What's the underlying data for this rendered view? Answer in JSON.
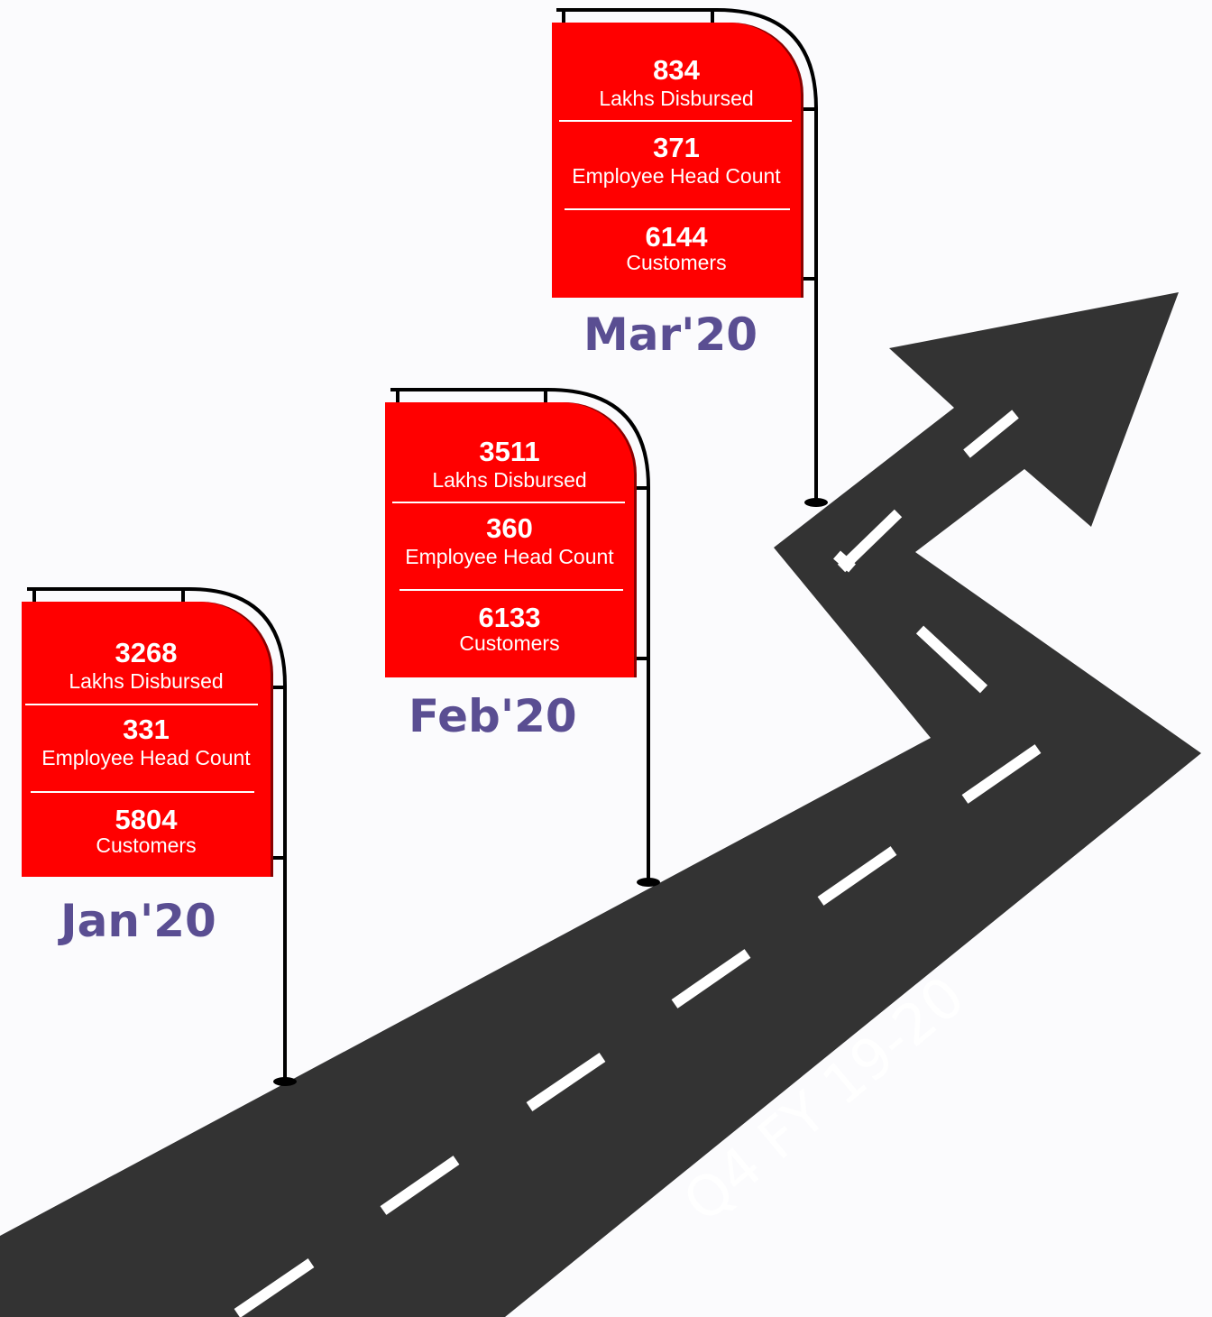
{
  "colors": {
    "board": "#ff0000",
    "road": "#333333",
    "lane_marks": "#ffffff",
    "month_text": "#5a4e92"
  },
  "road_label": "Q4 FY 19-20",
  "milestones": [
    {
      "month": "Jan'20",
      "disbursed_value": "3268",
      "disbursed_label": "Lakhs Disbursed",
      "headcount_value": "331",
      "headcount_label": "Employee Head Count",
      "customers_value": "5804",
      "customers_label": "Customers"
    },
    {
      "month": "Feb'20",
      "disbursed_value": "3511",
      "disbursed_label": "Lakhs Disbursed",
      "headcount_value": "360",
      "headcount_label": "Employee Head Count",
      "customers_value": "6133",
      "customers_label": "Customers"
    },
    {
      "month": "Mar'20",
      "disbursed_value": "834",
      "disbursed_label": "Lakhs Disbursed",
      "headcount_value": "371",
      "headcount_label": "Employee Head Count",
      "customers_value": "6144",
      "customers_label": "Customers"
    }
  ]
}
